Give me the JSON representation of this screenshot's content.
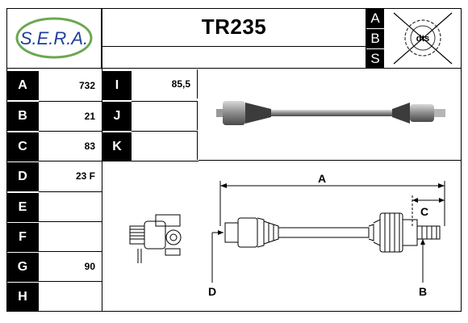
{
  "logo": {
    "brand": "S.E.R.A."
  },
  "product": {
    "code": "TR235"
  },
  "abs": {
    "letters": [
      "A",
      "B",
      "S"
    ]
  },
  "dts_logo": {
    "text": "dts"
  },
  "specs": {
    "left": [
      {
        "letter": "A",
        "value": "732"
      },
      {
        "letter": "B",
        "value": "21"
      },
      {
        "letter": "C",
        "value": "83"
      },
      {
        "letter": "D",
        "value": "23 F"
      },
      {
        "letter": "E",
        "value": ""
      },
      {
        "letter": "F",
        "value": ""
      },
      {
        "letter": "G",
        "value": "90"
      },
      {
        "letter": "H",
        "value": ""
      }
    ],
    "right": [
      {
        "letter": "I",
        "value": "85,5"
      },
      {
        "letter": "J",
        "value": ""
      },
      {
        "letter": "K",
        "value": ""
      }
    ]
  },
  "diagram": {
    "label_a": "A",
    "label_b": "B",
    "label_c": "C",
    "label_d": "D"
  },
  "colors": {
    "logo_green": "#6aa84f",
    "logo_blue": "#1f3f9a"
  }
}
